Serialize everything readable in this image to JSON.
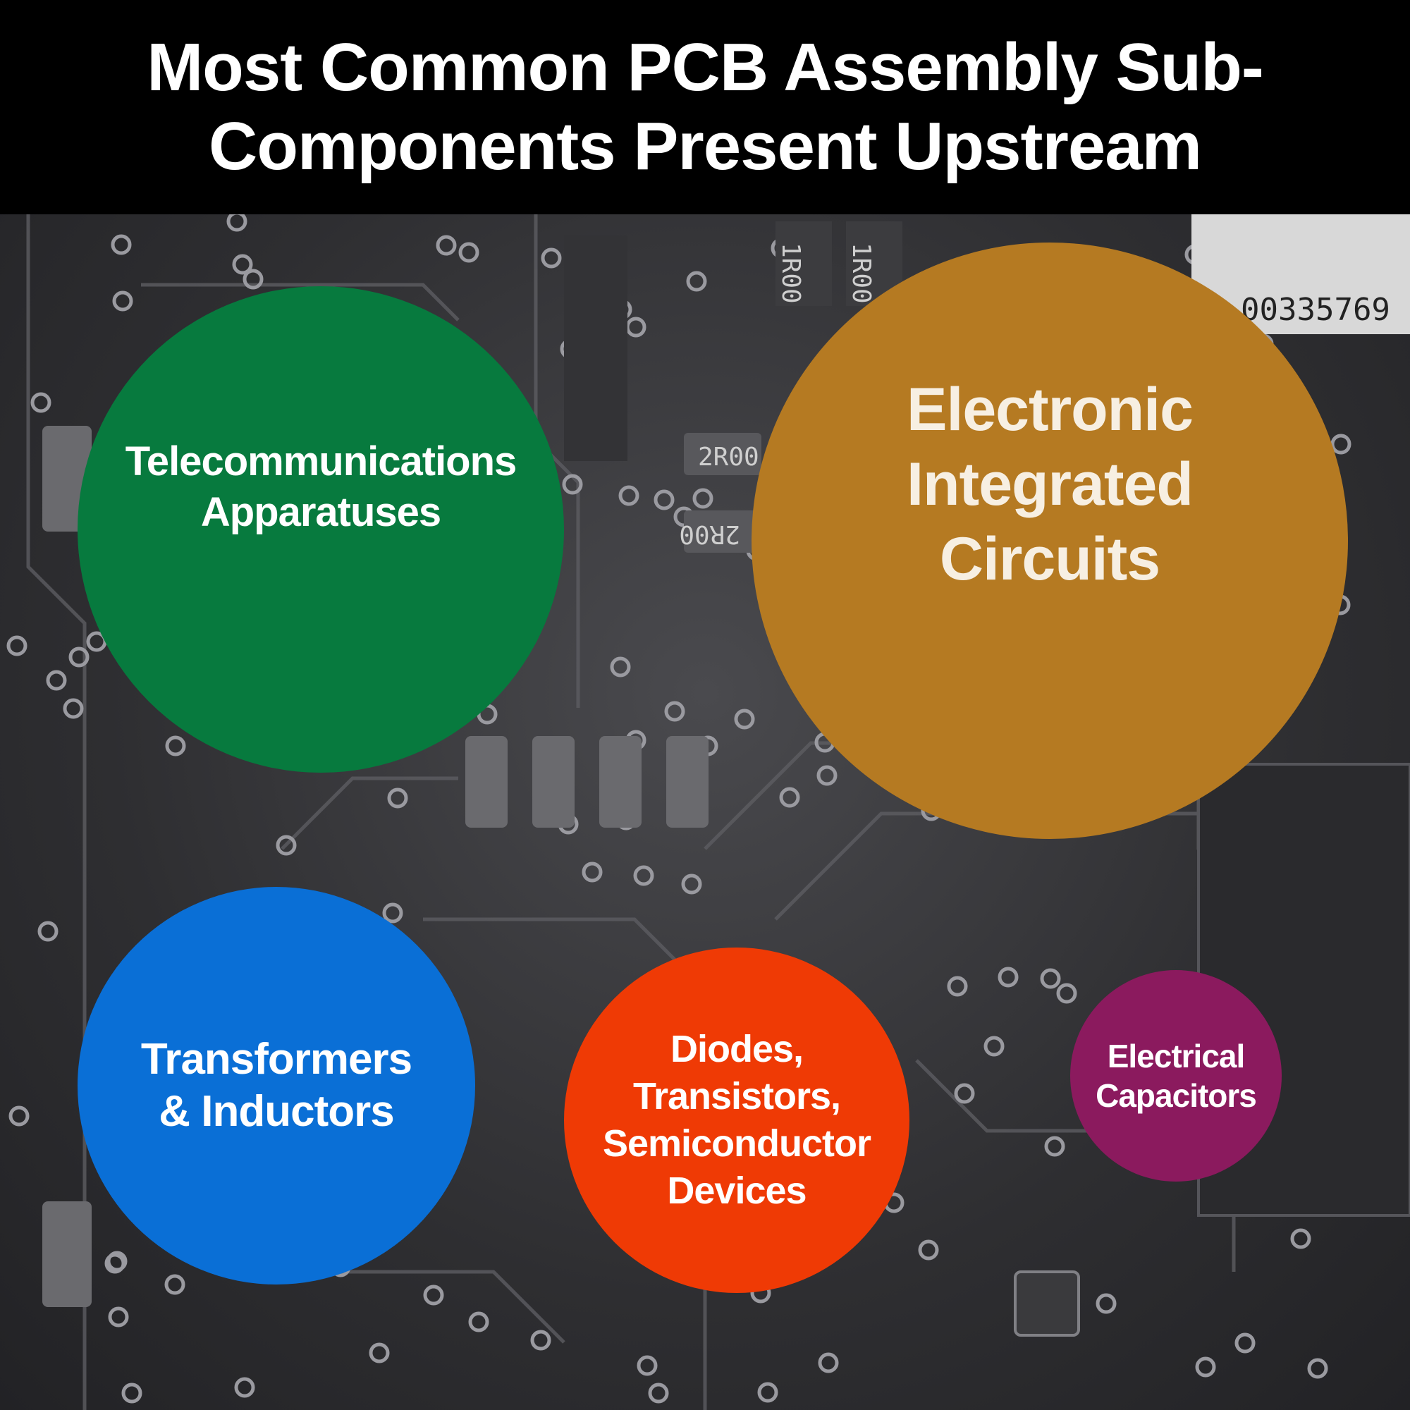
{
  "title": {
    "line1": "Most Common PCB Assembly Sub-",
    "line2": "Components Present Upstream"
  },
  "bubbles": [
    {
      "id": "telecom",
      "lines": [
        "Telecommunications",
        "Apparatuses"
      ],
      "color": "#077a3e",
      "text_color": "#ffffff"
    },
    {
      "id": "ic",
      "lines": [
        "Electronic",
        "Integrated",
        "Circuits"
      ],
      "color": "#b57a22",
      "text_color": "#f7efe2"
    },
    {
      "id": "transformers",
      "lines": [
        "Transformers",
        "& Inductors"
      ],
      "color": "#0a6fd6",
      "text_color": "#ffffff"
    },
    {
      "id": "diodes",
      "lines": [
        "Diodes,",
        "Transistors,",
        "Semiconductor",
        "Devices"
      ],
      "color": "#ef3a05",
      "text_color": "#ffffff"
    },
    {
      "id": "capacitors",
      "lines": [
        "Electrical",
        "Capacitors"
      ],
      "color": "#8b1a5e",
      "text_color": "#ffffff"
    }
  ],
  "background": {
    "label_chip": "00335769",
    "resistor_codes": [
      "1R00",
      "1R00",
      "2R00",
      "2R00"
    ]
  }
}
